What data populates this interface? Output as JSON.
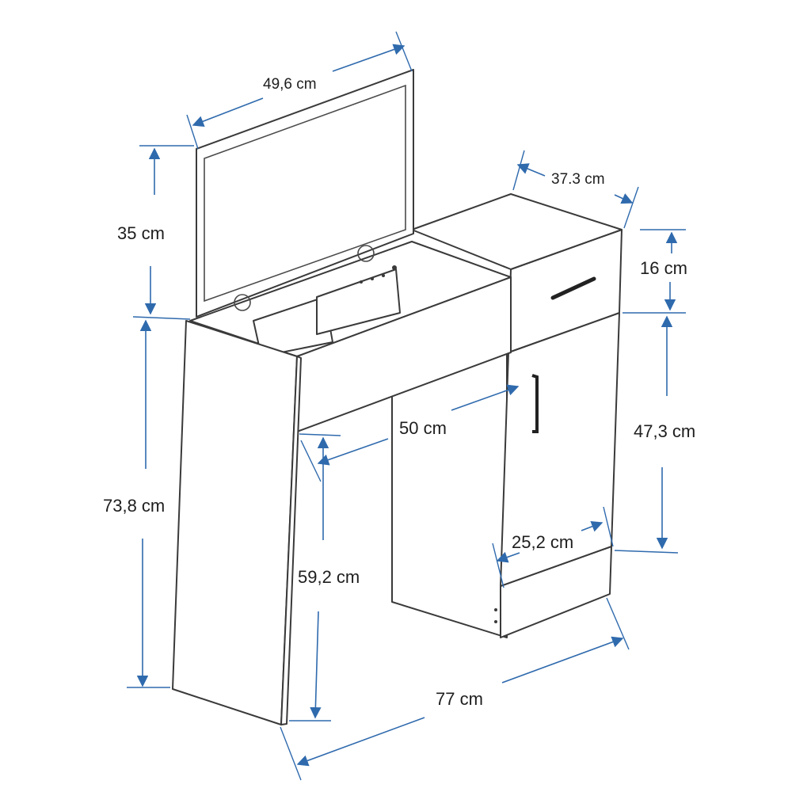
{
  "diagram": {
    "labels": {
      "mirror_width": "49,6 cm",
      "mirror_height": "35 cm",
      "cabinet_depth": "37.3 cm",
      "drawer_height": "16 cm",
      "desk_depth": "50 cm",
      "door_height": "47,3 cm",
      "total_height": "73,8 cm",
      "knee_height": "59,2 cm",
      "door_width": "25,2 cm",
      "total_width": "77 cm"
    },
    "colors": {
      "dimension": "#2f6aad",
      "outline": "#3a3a3a"
    }
  }
}
